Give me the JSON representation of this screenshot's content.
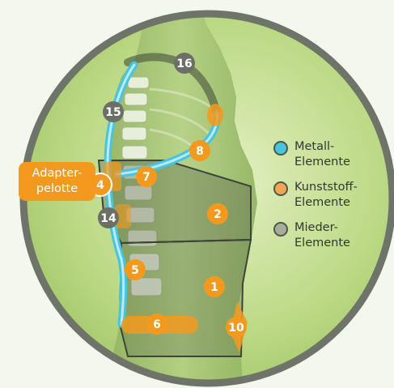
{
  "legend": [
    {
      "label": "Metall-\nElemente",
      "color": "#48c4de"
    },
    {
      "label": "Kunststoff-\nElemente",
      "color": "#f2a653"
    },
    {
      "label": "Mieder-\nElemente",
      "color": "#a9ab9d"
    }
  ],
  "callout": {
    "label": "Adapter-\npelotte"
  },
  "markers": [
    {
      "number": "1",
      "type": "Kunststoff"
    },
    {
      "number": "2",
      "type": "Kunststoff"
    },
    {
      "number": "4",
      "type": "Kunststoff"
    },
    {
      "number": "5",
      "type": "Kunststoff"
    },
    {
      "number": "6",
      "type": "Kunststoff"
    },
    {
      "number": "7",
      "type": "Kunststoff"
    },
    {
      "number": "8",
      "type": "Kunststoff"
    },
    {
      "number": "10",
      "type": "Kunststoff"
    },
    {
      "number": "14",
      "type": "Mieder"
    },
    {
      "number": "15",
      "type": "Mieder"
    },
    {
      "number": "16",
      "type": "Mieder"
    }
  ],
  "colors": {
    "metal": "#48c4de",
    "plastic": "#f39a1e",
    "corset": "#5c625a",
    "background_circle": "#c6e08e",
    "frame": "#6f7468"
  }
}
